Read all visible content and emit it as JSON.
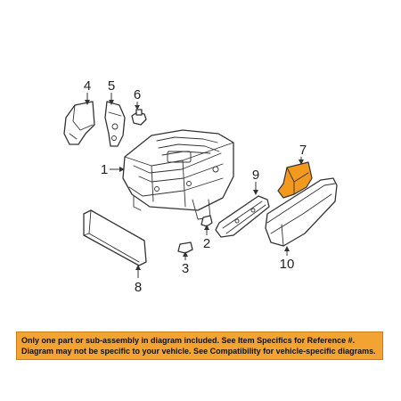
{
  "callouts": {
    "c1": "1",
    "c2": "2",
    "c3": "3",
    "c4": "4",
    "c5": "5",
    "c6": "6",
    "c7": "7",
    "c8": "8",
    "c9": "9",
    "c10": "10"
  },
  "disclaimer": {
    "line1": "Only one part or sub-assembly in diagram included. See Item Specifics for Reference #.",
    "line2": "Diagram may not be specific to your vehicle. See Compatibility for vehicle-specific diagrams."
  },
  "colors": {
    "highlight_part": "#f39a1e",
    "disclaimer_background": "#f3a332",
    "line_art": "#333333"
  }
}
